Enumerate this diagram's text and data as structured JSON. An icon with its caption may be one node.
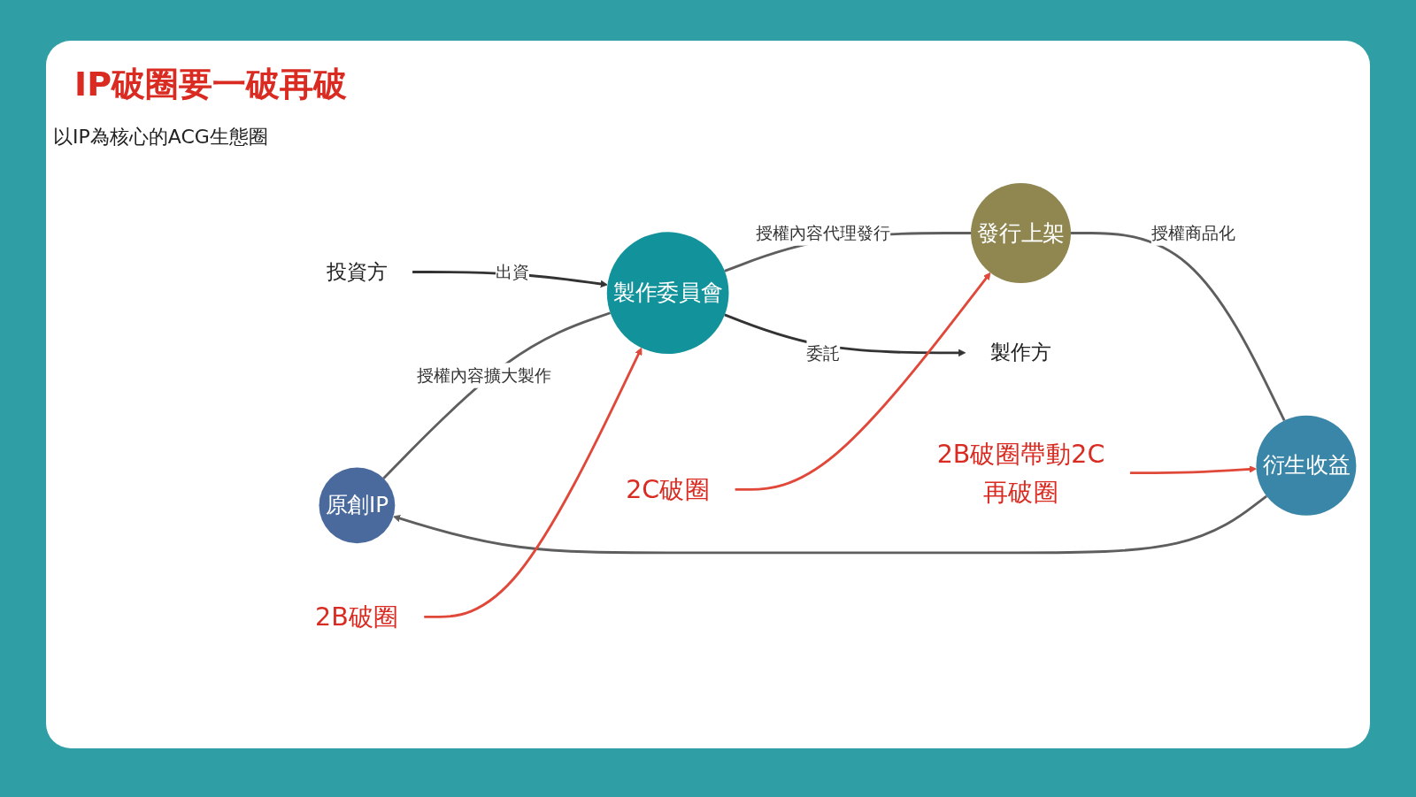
{
  "diagram": {
    "title": "IP破圈要一破再破",
    "nodes": [
      {
        "text": [
          "原創IP"
        ]
      },
      {
        "text": [
          "製作委員會"
        ]
      },
      {
        "text": [
          "發行上架"
        ]
      },
      {
        "text": [
          "衍生收益"
        ]
      },
      {
        "text": [
          "投資方"
        ]
      },
      {
        "text": [
          "製作方"
        ]
      },
      {
        "text": [
          "2B破圈"
        ]
      },
      {
        "text": [
          "2B破圈帶動2C再破圈"
        ]
      },
      {
        "text": [
          "2C破圈"
        ]
      }
    ],
    "edges": [
      {
        "from": 0,
        "to": 1,
        "arrow": "none",
        "label": "授權內容擴大製作",
        "color": "#5e5e5e"
      },
      {
        "from": 1,
        "to": 2,
        "arrow": "none",
        "label": "授權內容代理發行",
        "color": "#5e5e5e"
      },
      {
        "from": 2,
        "to": 3,
        "arrow": "none",
        "label": "授權商品化",
        "color": "#5e5e5e"
      },
      {
        "from": 3,
        "to": 0,
        "arrow": "to",
        "color": "#5e5e5e"
      },
      {
        "from": 4,
        "to": 1,
        "arrow": "to",
        "label": "出資"
      },
      {
        "from": 1,
        "to": 5,
        "arrow": "to",
        "label": "委託"
      },
      {
        "from": 6,
        "to": 1,
        "arrow": "to",
        "color": "#e0483a"
      },
      {
        "from": 7,
        "to": 3,
        "arrow": "to",
        "color": "#e0483a"
      },
      {
        "from": 8,
        "to": 2,
        "arrow": "to",
        "color": "#e0483a"
      }
    ],
    "labels": [
      "以IP為核心的ACG生態圈"
    ]
  }
}
